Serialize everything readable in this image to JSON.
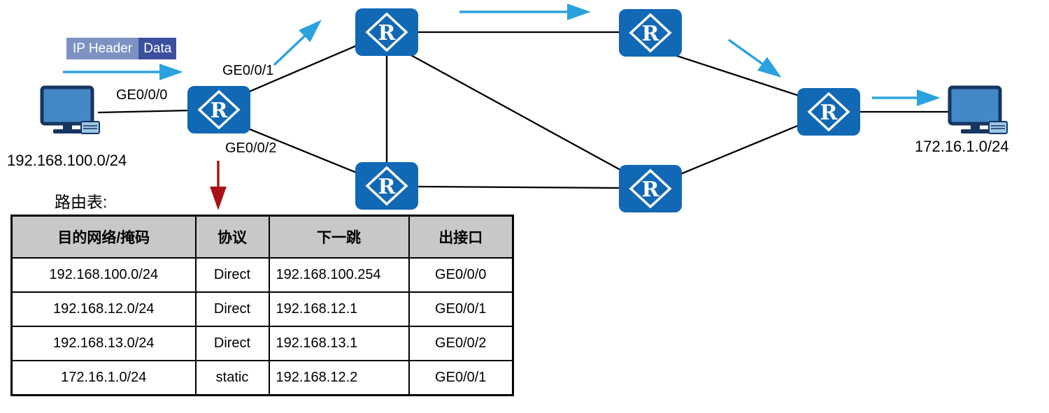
{
  "packet": {
    "header": "IP Header",
    "data": "Data"
  },
  "interfaces": {
    "ge000": "GE0/0/0",
    "ge001": "GE0/0/1",
    "ge002": "GE0/0/2"
  },
  "networks": {
    "left": "192.168.100.0/24",
    "right": "172.16.1.0/24"
  },
  "router_letter": "R",
  "routing_table": {
    "title": "路由表:",
    "headers": [
      "目的网络/掩码",
      "协议",
      "下一跳",
      "出接口"
    ],
    "rows": [
      [
        "192.168.100.0/24",
        "Direct",
        "192.168.100.254",
        "GE0/0/0"
      ],
      [
        "192.168.12.0/24",
        "Direct",
        "192.168.12.1",
        "GE0/0/1"
      ],
      [
        "192.168.13.0/24",
        "Direct",
        "192.168.13.1",
        "GE0/0/2"
      ],
      [
        "172.16.1.0/24",
        "static",
        "192.168.12.2",
        "GE0/0/1"
      ]
    ]
  },
  "colors": {
    "router_blue": "#1168b5",
    "arrow_cyan": "#2ba2dd",
    "arrow_red": "#ab1016",
    "packet_header_bg": "#7d92c3",
    "packet_data_bg": "#3c4f9e",
    "table_header_bg": "#c8c8c8",
    "line": "#000000"
  }
}
